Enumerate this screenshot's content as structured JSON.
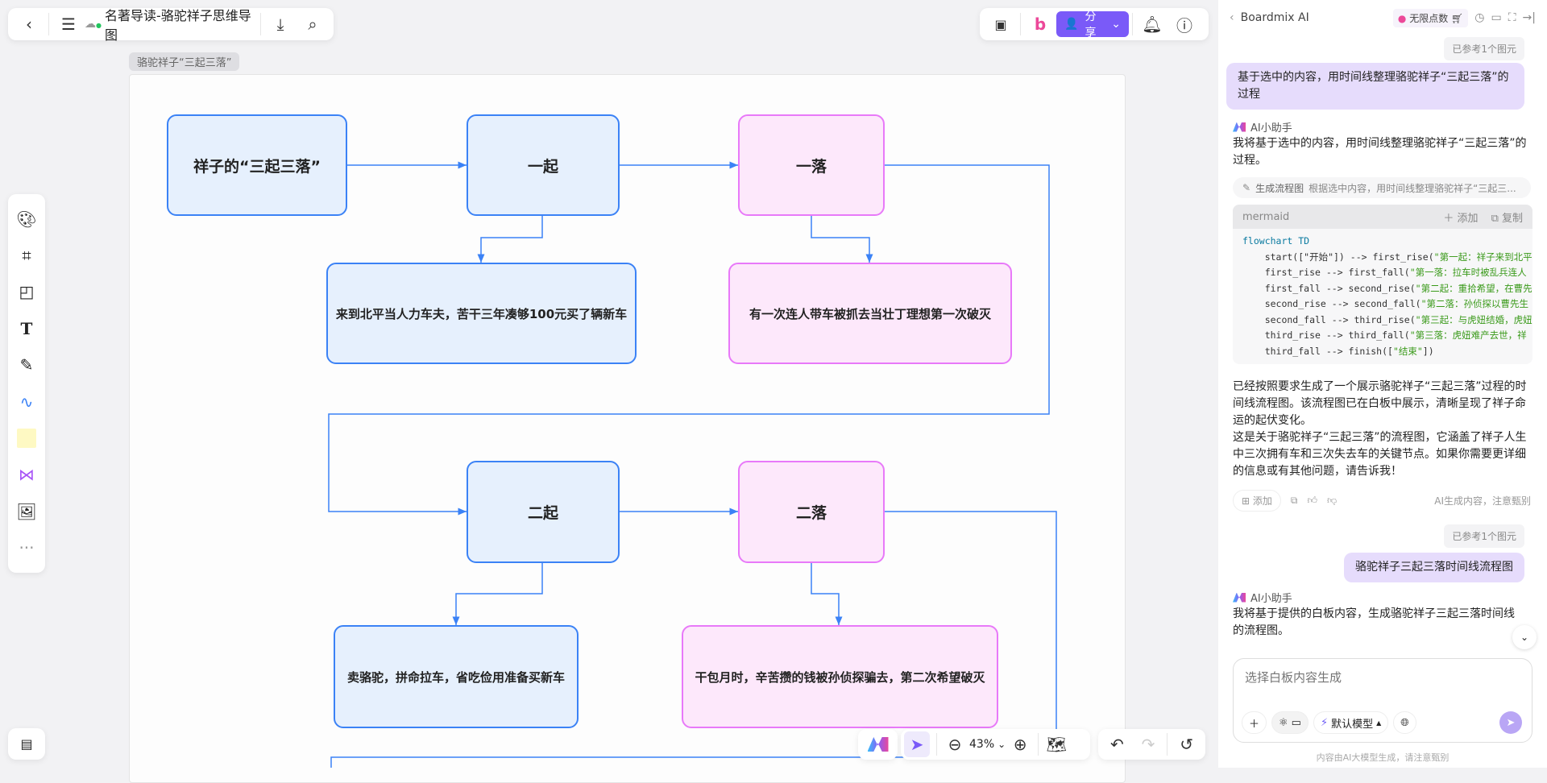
{
  "topbar": {
    "title": "名著导读-骆驼祥子思维导图",
    "share_label": "分享"
  },
  "frame": {
    "label": "骆驼祥子“三起三落”"
  },
  "flow": {
    "nodes": [
      {
        "id": "root",
        "text": "祥子的“三起三落”",
        "style": "blue"
      },
      {
        "id": "rise1",
        "text": "一起",
        "style": "blue"
      },
      {
        "id": "fall1",
        "text": "一落",
        "style": "pink"
      },
      {
        "id": "rise1d",
        "text": "来到北平当人力车夫，苦干三年凑够100元买了辆新车",
        "style": "blue"
      },
      {
        "id": "fall1d",
        "text": "有一次连人带车被抓去当壮丁理想第一次破灭",
        "style": "pink"
      },
      {
        "id": "rise2",
        "text": "二起",
        "style": "blue"
      },
      {
        "id": "fall2",
        "text": "二落",
        "style": "pink"
      },
      {
        "id": "rise2d",
        "text": "卖骆驼，拼命拉车，省吃俭用准备买新车",
        "style": "blue"
      },
      {
        "id": "fall2d",
        "text": "干包月时，辛苦攒的钱被孙侦探骗去，第二次希望破灭",
        "style": "pink"
      }
    ],
    "colors": {
      "blue": "#3b82f6",
      "pink": "#e879f9"
    }
  },
  "bottombar": {
    "zoom": "43%"
  },
  "panel": {
    "title": "Boardmix AI",
    "points": "无限点数",
    "ref1": "已参考1个图元",
    "user1": "基于选中的内容，用时间线整理骆驼祥子“三起三落”的过程",
    "assistant_name": "AI小助手",
    "reply1": "我将基于选中的内容，用时间线整理骆驼祥子“三起三落”的过程。",
    "tool_label": "生成流程图",
    "tool_desc": "根据选中内容，用时间线整理骆驼祥子“三起三...",
    "code_lang": "mermaid",
    "code_add": "添加",
    "code_copy": "复制",
    "code_lines": [
      [
        "flowchart TD",
        "",
        ""
      ],
      [
        "    start([\"开始\"]) --> first_rise(",
        "\"第一起：祥子来到北平",
        ""
      ],
      [
        "    first_rise --> first_fall(",
        "\"第一落：拉车时被乱兵连人",
        ""
      ],
      [
        "    first_fall --> second_rise(",
        "\"第二起：重拾希望，在曹先",
        ""
      ],
      [
        "    second_rise --> second_fall(",
        "\"第二落：孙侦探以曹先生",
        ""
      ],
      [
        "    second_fall --> third_rise(",
        "\"第三起：与虎妞结婚，虎妞",
        ""
      ],
      [
        "    third_rise --> third_fall(",
        "\"第三落：虎妞难产去世，祥",
        ""
      ],
      [
        "    third_fall --> finish([",
        "\"结束\"",
        "])"
      ]
    ],
    "reply2": "已经按照要求生成了一个展示骆驼祥子“三起三落”过程的时间线流程图。该流程图已在白板中展示，清晰呈现了祥子命运的起伏变化。\n这是关于骆驼祥子“三起三落”的流程图，它涵盖了祥子人生中三次拥有车和三次失去车的关键节点。如果你需要更详细的信息或有其他问题，请告诉我！",
    "add_label": "添加",
    "disclaimer": "AI生成内容，注意甄别",
    "ref2": "已参考1个图元",
    "user2": "骆驼祥子三起三落时间线流程图",
    "reply3": "我将基于提供的白板内容，生成骆驼祥子三起三落时间线的流程图。",
    "input_placeholder": "选择白板内容生成",
    "model": "默认模型",
    "footer": "内容由AI大模型生成，请注意甄别"
  }
}
